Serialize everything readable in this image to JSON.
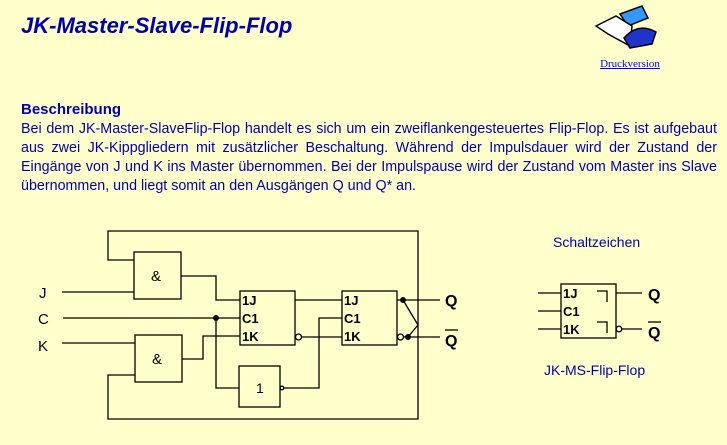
{
  "title": "JK-Master-Slave-Flip-Flop",
  "print_link": "Druckversion",
  "section_heading": "Beschreibung",
  "description": "Bei dem JK-Master-SlaveFlip-Flop handelt es sich um ein zweiflankengesteuertes Flip-Flop. Es ist aufgebaut aus zwei JK-Kippgliedern mit zusätzlicher Beschaltung. Während der Impulsdauer wird der Zustand der Eingänge von J und K ins Master übernommen. Bei der Impulspause wird der Zustand vom Master ins Slave übernommen, und liegt somit an den Ausgängen Q und Q* an.",
  "circuit": {
    "inputs": [
      "J",
      "C",
      "K"
    ],
    "and_label": "&",
    "not_label": "1",
    "ff_pins": [
      "1J",
      "C1",
      "1K"
    ],
    "outputs": [
      "Q",
      "Q"
    ]
  },
  "symbol": {
    "heading": "Schaltzeichen",
    "caption": "JK-MS-Flip-Flop",
    "pins": [
      "1J",
      "C1",
      "1K"
    ],
    "outputs": [
      "Q",
      "Q"
    ]
  }
}
